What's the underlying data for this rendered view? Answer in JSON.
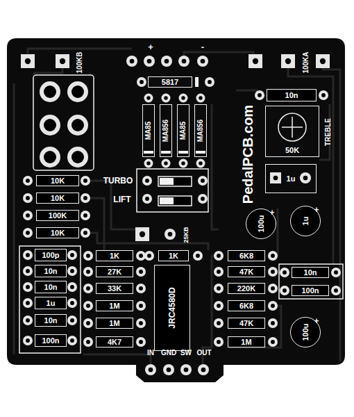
{
  "diagram": {
    "nodes": [
      {
        "text": [
          "5817"
        ]
      },
      {
        "text": [
          "10n"
        ]
      },
      {
        "text": [
          "MA85"
        ]
      },
      {
        "text": [
          "MA856"
        ]
      },
      {
        "text": [
          "MA85"
        ]
      },
      {
        "text": [
          "MA856"
        ]
      },
      {
        "text": [
          "50K"
        ]
      },
      {
        "text": [
          "1u"
        ]
      },
      {
        "text": [
          "10K"
        ]
      },
      {
        "text": [
          "10K"
        ]
      },
      {
        "text": [
          "100K"
        ]
      },
      {
        "text": [
          "10K"
        ]
      },
      {
        "text": [
          "100u"
        ]
      },
      {
        "text": [
          "1u"
        ]
      },
      {
        "text": [
          "1K"
        ]
      },
      {
        "text": [
          "100p"
        ]
      },
      {
        "text": [
          "10n"
        ]
      },
      {
        "text": [
          "10n"
        ]
      },
      {
        "text": [
          "1u"
        ]
      },
      {
        "text": [
          "10n"
        ]
      },
      {
        "text": [
          "100n"
        ]
      },
      {
        "text": [
          "1K"
        ]
      },
      {
        "text": [
          "27K"
        ]
      },
      {
        "text": [
          "33K"
        ]
      },
      {
        "text": [
          "1M"
        ]
      },
      {
        "text": [
          "1M"
        ]
      },
      {
        "text": [
          "4K7"
        ]
      },
      {
        "text": [
          "JRC4580D"
        ]
      },
      {
        "text": [
          "6K8"
        ]
      },
      {
        "text": [
          "47K"
        ]
      },
      {
        "text": [
          "220K"
        ]
      },
      {
        "text": [
          "6K8"
        ]
      },
      {
        "text": [
          "47K"
        ]
      },
      {
        "text": [
          "1M"
        ]
      },
      {
        "text": [
          "10n"
        ]
      },
      {
        "text": [
          "100n"
        ]
      },
      {
        "text": [
          "100u"
        ]
      }
    ],
    "labels": [
      "+",
      "-",
      "100KB",
      "100KA",
      "TURBO",
      "LIFT",
      "25KB",
      "TREBLE",
      "PedalPCB.com",
      "IN",
      "GND",
      "SW",
      "OUT",
      "+",
      "+",
      "+"
    ]
  }
}
